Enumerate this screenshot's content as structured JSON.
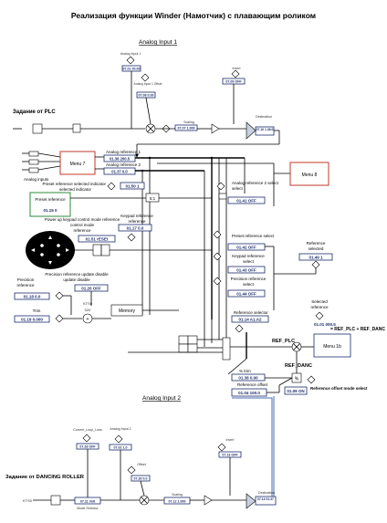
{
  "title": "Реализация функции Winder (Намотчик) с плавающим роликом",
  "section1": {
    "heading": "Analog Input 1",
    "analog_input_1": "Analog Input 1",
    "ai1_param": "07.01  00.00",
    "ai1_offset_label": "Analog Input 1 Offset",
    "ai1_offset_param": "07.08  0.00",
    "invert_label": "Invert",
    "invert_param": "07.09  OFF",
    "scaling_label": "Scaling",
    "scaling_param": "07.07  1.000",
    "destination_label": "Destination",
    "destination_param": "07.10  1.36.0",
    "plc_label": "Задание от PLC",
    "analog_inputs_label": "Analog inputs",
    "menu7": "Menu 7",
    "ref1_label": "Analog reference 1",
    "ref1_param": "01.36  200.5",
    "ref2_label": "Analog reference 2",
    "ref2_param": "01.37  0.0",
    "ref2_select_label": "Analog reference 2 select",
    "ref2_select_param": "01.41  OFF",
    "menu8": "Menu 8",
    "preset_sel_label": "Preset reference selected indicator",
    "preset_sel_param": "01.50  1",
    "preset_ref_label": "Preset reference",
    "preset_ref_param": "01.15  0",
    "keypad_mode_label": "Power up keypad control mode reference",
    "keypad_mode_param": "01.51  rESEt",
    "keypad_ref_label": "Keypad reference",
    "keypad_ref_param": "01.17  0.0",
    "preset_ref_select_label": "Preset reference select",
    "preset_ref_select_param": "01.42  OFF",
    "keypad_ref_select_label": "Keypad reference select",
    "keypad_ref_select_param": "01.43  OFF",
    "precision_select_label": "Precision reference select",
    "precision_select_param": "01.44  OFF",
    "ref_selected_label": "Reference selected",
    "ref_selected_param": "01.49  1",
    "precision_disable_label": "Precision reference update disable",
    "precision_disable_param": "01.20  OFF",
    "precision_ref_label": "Precision reference",
    "precision_ref_param": "01.18  0.0",
    "trim_label": "Trim",
    "trim_param": "01.19  0.000",
    "memory": "Memory",
    "selector_label": "Reference selector",
    "selector_param": "01.14  A1.A2",
    "selected_ref_label": "Selected reference",
    "selected_ref_param": "01.01  000.5",
    "ref_sum": "= REF_PLC + REF_DANC",
    "ref_plc": "REF_PLC",
    "ref_danc": "REF_DANC",
    "menu1b": "Menu 1b",
    "pct_trim_label": "% trim",
    "pct_trim_param": "01.38  0.00",
    "ref_offset_label": "Reference offset",
    "ref_offset_param": "01.04  100.0",
    "ref_offset_mode_label": "Reference offset mode select",
    "ref_offset_mode_param": "01.09  ON",
    "pct_sign": "%",
    "plus": "+"
  },
  "section2": {
    "heading": "Analog Input 2",
    "current_loop_label": "Current_Loop_Loss",
    "current_loop_param": "07.28  OFF",
    "ai2_label": "Analog Input 2",
    "ai2_param": "07.02  1.0",
    "invert_label": "Invert",
    "invert_param": "07.13  OFF",
    "offset_label": "Offset",
    "offset_param": "07.30  0.0",
    "dancing_label": "Задание от DANCING ROLLER",
    "mode_label": "Mode Selector",
    "mode_param": "07.11  Volt",
    "scaling_label": "Scaling",
    "scaling_param": "07.12  1.000",
    "destination_label": "Destination",
    "destination_param": "07.14  01.37",
    "kts_label": "KTS0"
  },
  "accent_colors": {
    "param_border": "#1b2c6b",
    "menu7_border": "#c0392b",
    "menu8_border": "#c0392b",
    "preset_border": "#2e8b3a",
    "wire_blue": "#4a6fb0"
  }
}
